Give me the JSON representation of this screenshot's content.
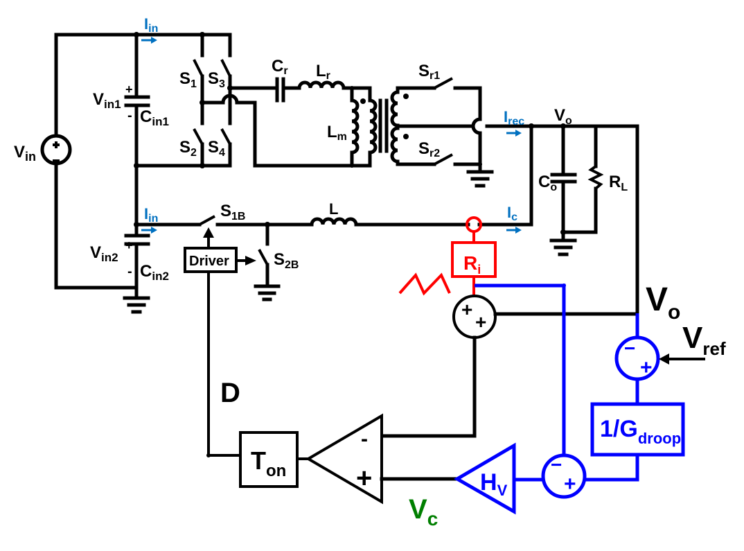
{
  "diagram": {
    "type": "circuit-schematic",
    "description": "LLC resonant converter with parallel buck stage and droop voltage control loop",
    "colors": {
      "wire": "#000000",
      "current_label": "#0070c0",
      "current_sense": "#ff0000",
      "voltage_loop": "#0000ff",
      "control_signal": "#007f00"
    },
    "labels": {
      "vin": {
        "main": "V",
        "sub": "in"
      },
      "vin1": {
        "main": "V",
        "sub": "in1"
      },
      "vin2": {
        "main": "V",
        "sub": "in2"
      },
      "cin1": {
        "main": "C",
        "sub": "in1"
      },
      "cin2": {
        "main": "C",
        "sub": "in2"
      },
      "iin_top": {
        "main": "I",
        "sub": "in"
      },
      "iin_bottom": {
        "main": "I",
        "sub": "in"
      },
      "s1": {
        "main": "S",
        "sub": "1"
      },
      "s2": {
        "main": "S",
        "sub": "2"
      },
      "s3": {
        "main": "S",
        "sub": "3"
      },
      "s4": {
        "main": "S",
        "sub": "4"
      },
      "cr": {
        "main": "C",
        "sub": "r"
      },
      "lr": {
        "main": "L",
        "sub": "r"
      },
      "lm": {
        "main": "L",
        "sub": "m"
      },
      "sr1": {
        "main": "S",
        "sub": "r1"
      },
      "sr2": {
        "main": "S",
        "sub": "r2"
      },
      "irec": {
        "main": "I",
        "sub": "rec"
      },
      "vo_top": {
        "main": "V",
        "sub": "o"
      },
      "co": {
        "main": "C",
        "sub": "o"
      },
      "rl": {
        "main": "R",
        "sub": "L"
      },
      "s1b": {
        "main": "S",
        "sub": "1B"
      },
      "s2b": {
        "main": "S",
        "sub": "2B"
      },
      "l": {
        "main": "L"
      },
      "ic": {
        "main": "I",
        "sub": "c"
      },
      "driver": {
        "main": "Driver"
      },
      "ri": {
        "main": "R",
        "sub": "i"
      },
      "vo_loop": {
        "main": "V",
        "sub": "o"
      },
      "vref": {
        "main": "V",
        "sub": "ref"
      },
      "gdroop": {
        "main": "1/G",
        "sub": "droop"
      },
      "d": {
        "main": "D"
      },
      "ton": {
        "main": "T",
        "sub": "on"
      },
      "hv": {
        "main": "H",
        "sub": "V"
      },
      "vc": {
        "main": "V",
        "sub": "c"
      }
    },
    "signs": {
      "plus": "+",
      "minus": "-",
      "minus_long": "−"
    }
  }
}
